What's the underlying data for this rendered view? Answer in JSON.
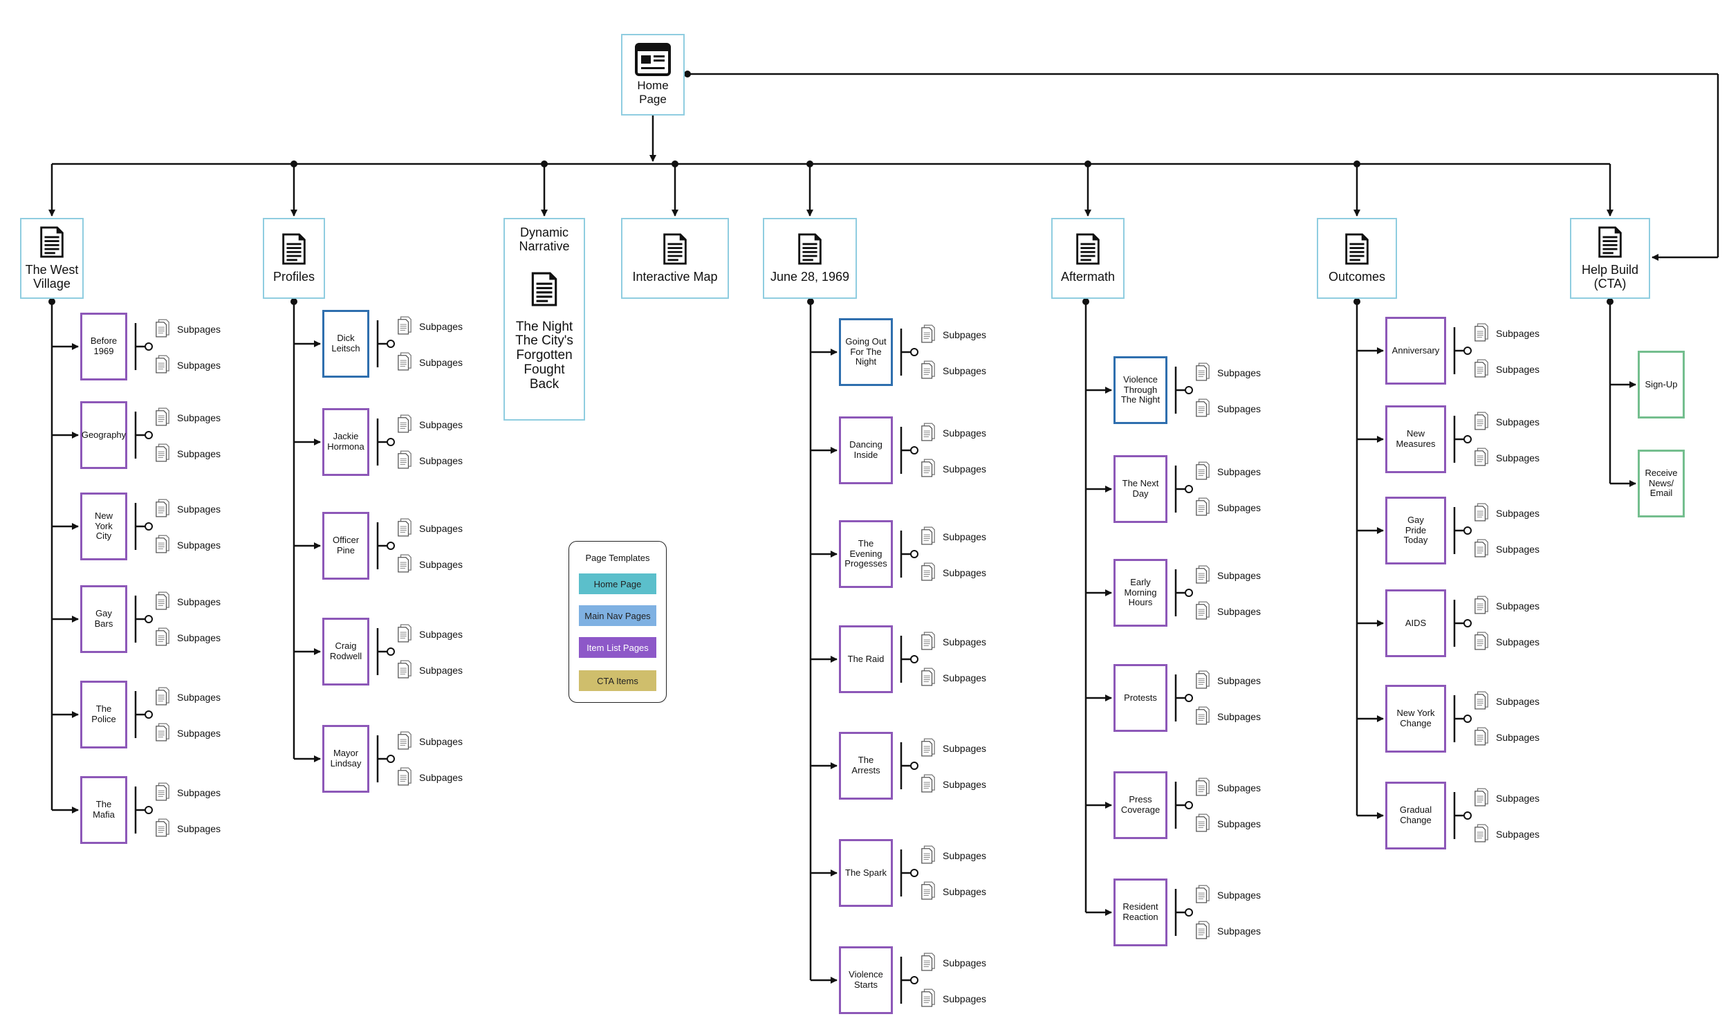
{
  "home": {
    "label": "Home\nPage",
    "icon": "web-page-icon"
  },
  "main_nav": [
    {
      "id": "west-village",
      "label": "The West\nVillage",
      "icon": "document-icon"
    },
    {
      "id": "profiles",
      "label": "Profiles",
      "icon": "document-icon"
    },
    {
      "id": "dynamic-narrative",
      "label": "Dynamic\nNarrative",
      "sublabel": "The Night\nThe City's\nForgotten\nFought\nBack",
      "icon": "document-icon"
    },
    {
      "id": "interactive-map",
      "label": "Interactive Map",
      "icon": "document-icon"
    },
    {
      "id": "june-28",
      "label": "June 28, 1969",
      "icon": "document-icon"
    },
    {
      "id": "aftermath",
      "label": "Aftermath",
      "icon": "document-icon"
    },
    {
      "id": "outcomes",
      "label": "Outcomes",
      "icon": "document-icon"
    },
    {
      "id": "help-build",
      "label": "Help Build\n(CTA)",
      "icon": "document-icon"
    }
  ],
  "subpage_label": "Subpages",
  "columns": [
    {
      "parent": "west-village",
      "items": [
        {
          "label": "Before\n1969",
          "style": "item"
        },
        {
          "label": "Geography",
          "style": "item"
        },
        {
          "label": "New\nYork\nCity",
          "style": "item"
        },
        {
          "label": "Gay\nBars",
          "style": "item"
        },
        {
          "label": "The\nPolice",
          "style": "item"
        },
        {
          "label": "The\nMafia",
          "style": "item"
        }
      ]
    },
    {
      "parent": "profiles",
      "items": [
        {
          "label": "Dick\nLeitsch",
          "style": "nav"
        },
        {
          "label": "Jackie\nHormona",
          "style": "item"
        },
        {
          "label": "Officer\nPine",
          "style": "item"
        },
        {
          "label": "Craig\nRodwell",
          "style": "item"
        },
        {
          "label": "Mayor\nLindsay",
          "style": "item"
        }
      ]
    },
    {
      "parent": "june-28",
      "items": [
        {
          "label": "Going Out\nFor The\nNight",
          "style": "nav"
        },
        {
          "label": "Dancing\nInside",
          "style": "item"
        },
        {
          "label": "The\nEvening\nProgesses",
          "style": "item"
        },
        {
          "label": "The Raid",
          "style": "item"
        },
        {
          "label": "The\nArrests",
          "style": "item"
        },
        {
          "label": "The Spark",
          "style": "item"
        },
        {
          "label": "Violence\nStarts",
          "style": "item"
        }
      ]
    },
    {
      "parent": "aftermath",
      "items": [
        {
          "label": "Violence\nThrough\nThe Night",
          "style": "nav"
        },
        {
          "label": "The Next\nDay",
          "style": "item"
        },
        {
          "label": "Early\nMorning\nHours",
          "style": "item"
        },
        {
          "label": "Protests",
          "style": "item"
        },
        {
          "label": "Press\nCoverage",
          "style": "item"
        },
        {
          "label": "Resident\nReaction",
          "style": "item"
        }
      ]
    },
    {
      "parent": "outcomes",
      "items": [
        {
          "label": "Anniversary",
          "style": "item"
        },
        {
          "label": "New\nMeasures",
          "style": "item"
        },
        {
          "label": "Gay\nPride\nToday",
          "style": "item"
        },
        {
          "label": "AIDS",
          "style": "item"
        },
        {
          "label": "New York\nChange",
          "style": "item"
        },
        {
          "label": "Gradual\nChange",
          "style": "item"
        }
      ]
    },
    {
      "parent": "help-build",
      "items": [
        {
          "label": "Sign-Up",
          "style": "cta"
        },
        {
          "label": "Receive\nNews/\nEmail",
          "style": "cta"
        }
      ]
    }
  ],
  "legend": {
    "title": "Page Templates",
    "entries": [
      {
        "label": "Home Page",
        "color": "#5bbfcb"
      },
      {
        "label": "Main Nav Pages",
        "color": "#7fb1e2"
      },
      {
        "label": "Item List Pages",
        "color": "#8d58c8"
      },
      {
        "label": "CTA Items",
        "color": "#cfbe6c"
      }
    ]
  },
  "colors": {
    "main_border": "#8fcde0",
    "nav_border": "#2f6fae",
    "item_border": "#8d58b8",
    "cta_border": "#74be8e",
    "line": "#111111"
  }
}
